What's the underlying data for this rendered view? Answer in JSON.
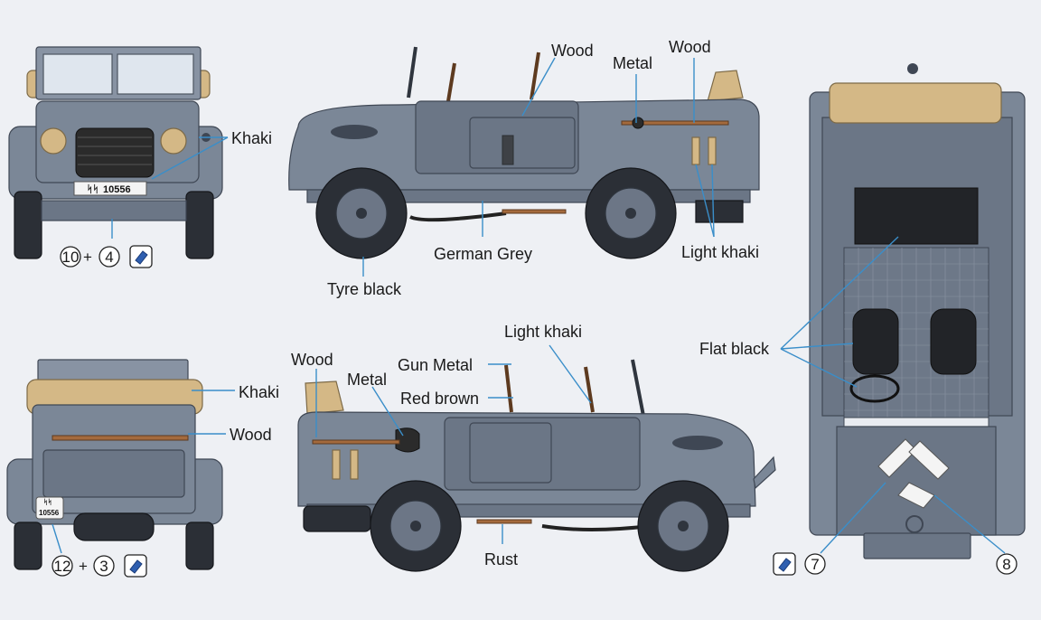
{
  "labels": {
    "front_khaki": "Khaki",
    "side_wood_1": "Wood",
    "side_metal": "Metal",
    "side_wood_2": "Wood",
    "german_grey": "German Grey",
    "light_khaki": "Light khaki",
    "tyre_black": "Tyre black",
    "flat_black": "Flat black",
    "rear_khaki": "Khaki",
    "rear_wood": "Wood",
    "side2_wood": "Wood",
    "side2_metal": "Metal",
    "gun_metal": "Gun Metal",
    "red_brown": "Red brown",
    "side2_light_khaki": "Light khaki",
    "rust": "Rust"
  },
  "plates": {
    "front": "10556",
    "front_prefix": "ᛋᛋ",
    "rear_top": "ᛋᛋ",
    "rear_bottom": "10556"
  },
  "callouts": {
    "front_a": "10",
    "front_b": "4",
    "rear_a": "12",
    "rear_b": "3",
    "top_a": "7",
    "top_b": "8",
    "plus": "+"
  },
  "icons": {
    "decal_icon": "water-slide-decal-icon"
  },
  "colors": {
    "german_grey": "#7b8797",
    "khaki": "#d4b886",
    "wood": "#a46a3d",
    "tyre_black": "#2b2f36",
    "leader": "#3a8ec9"
  }
}
